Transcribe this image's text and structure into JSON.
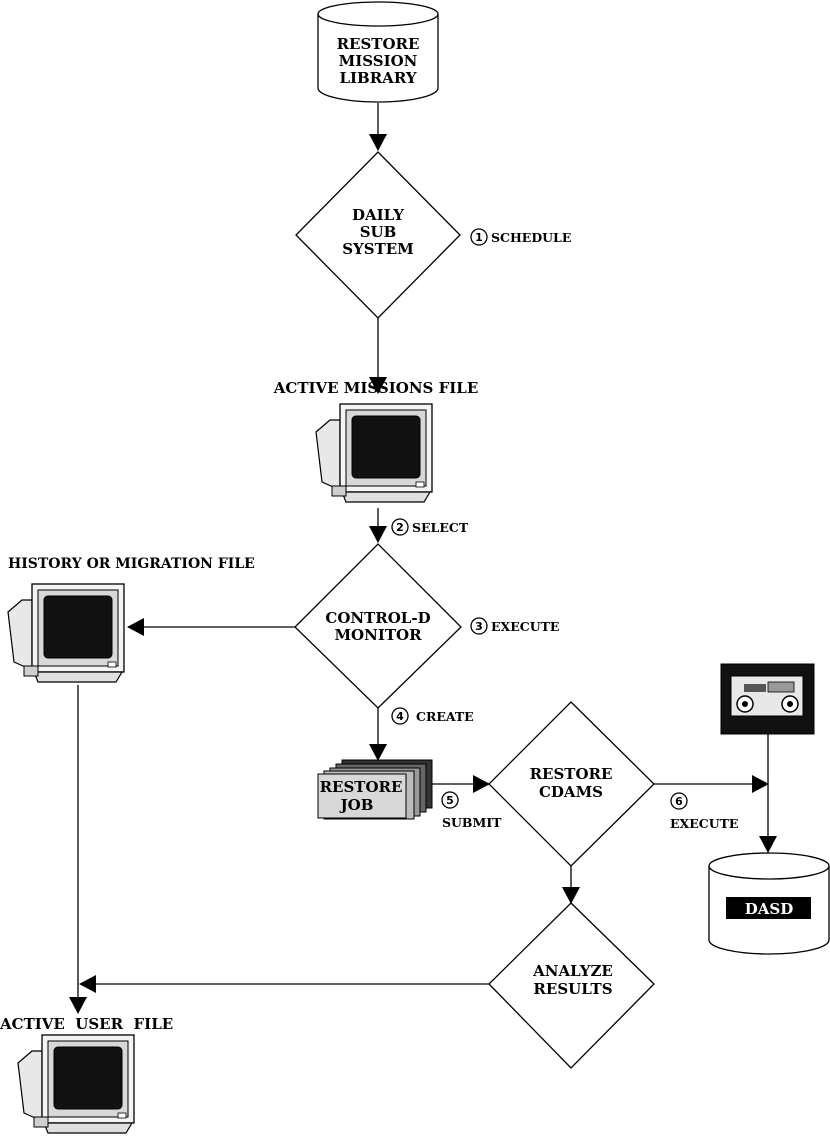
{
  "nodes": {
    "restore_mission_library": [
      "RESTORE",
      "MISSION",
      "LIBRARY"
    ],
    "daily_sub_system": [
      "DAILY",
      "SUB",
      "SYSTEM"
    ],
    "active_missions_file": "ACTIVE MISSIONS FILE",
    "history_or_migration_file": "HISTORY OR MIGRATION FILE",
    "control_d_monitor": [
      "CONTROL-D",
      "MONITOR"
    ],
    "restore_job": [
      "RESTORE",
      "JOB"
    ],
    "restore_cdams": [
      "RESTORE",
      "CDAMS"
    ],
    "dasd": "DASD",
    "analyze_results": [
      "ANALYZE",
      "RESULTS"
    ],
    "active_user_file": "ACTIVE  USER  FILE"
  },
  "steps": [
    {
      "number": "1",
      "label": "SCHEDULE"
    },
    {
      "number": "2",
      "label": "SELECT"
    },
    {
      "number": "3",
      "label": "EXECUTE"
    },
    {
      "number": "4",
      "label": "CREATE"
    },
    {
      "number": "5",
      "label": "SUBMIT"
    },
    {
      "number": "6",
      "label": "EXECUTE"
    }
  ],
  "icons": {
    "monitor": "crt-monitor-icon",
    "tape": "tape-cartridge-icon",
    "database": "database-cylinder-icon",
    "job": "job-deck-stack-icon"
  }
}
